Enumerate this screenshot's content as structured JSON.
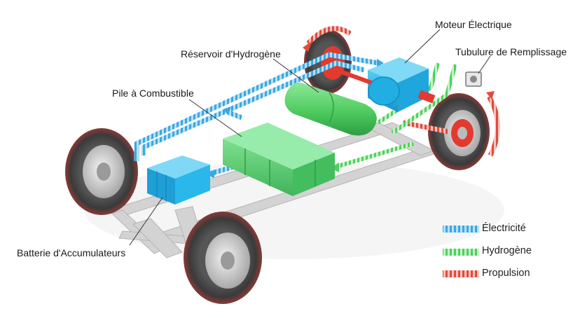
{
  "labels": {
    "motor": "Moteur Électrique",
    "filler": "Tubulure de Remplissage",
    "tank": "Réservoir d'Hydrogène",
    "fuel_cell": "Pile à Combustible",
    "battery": "Batterie d'Accumulateurs"
  },
  "legend": [
    {
      "label": "Électricité",
      "color": "#3fa9e0"
    },
    {
      "label": "Hydrogène",
      "color": "#4fd15a"
    },
    {
      "label": "Propulsion",
      "color": "#e0483a"
    }
  ],
  "colors": {
    "electric": "#39a8e3",
    "hydrogen": "#4ed15c",
    "propulsion": "#e24a3b",
    "component_blue": "#27b8ea",
    "component_green": "#5ad57a",
    "chassis": "#cfcfcf",
    "tire": "#3d3d3d"
  }
}
